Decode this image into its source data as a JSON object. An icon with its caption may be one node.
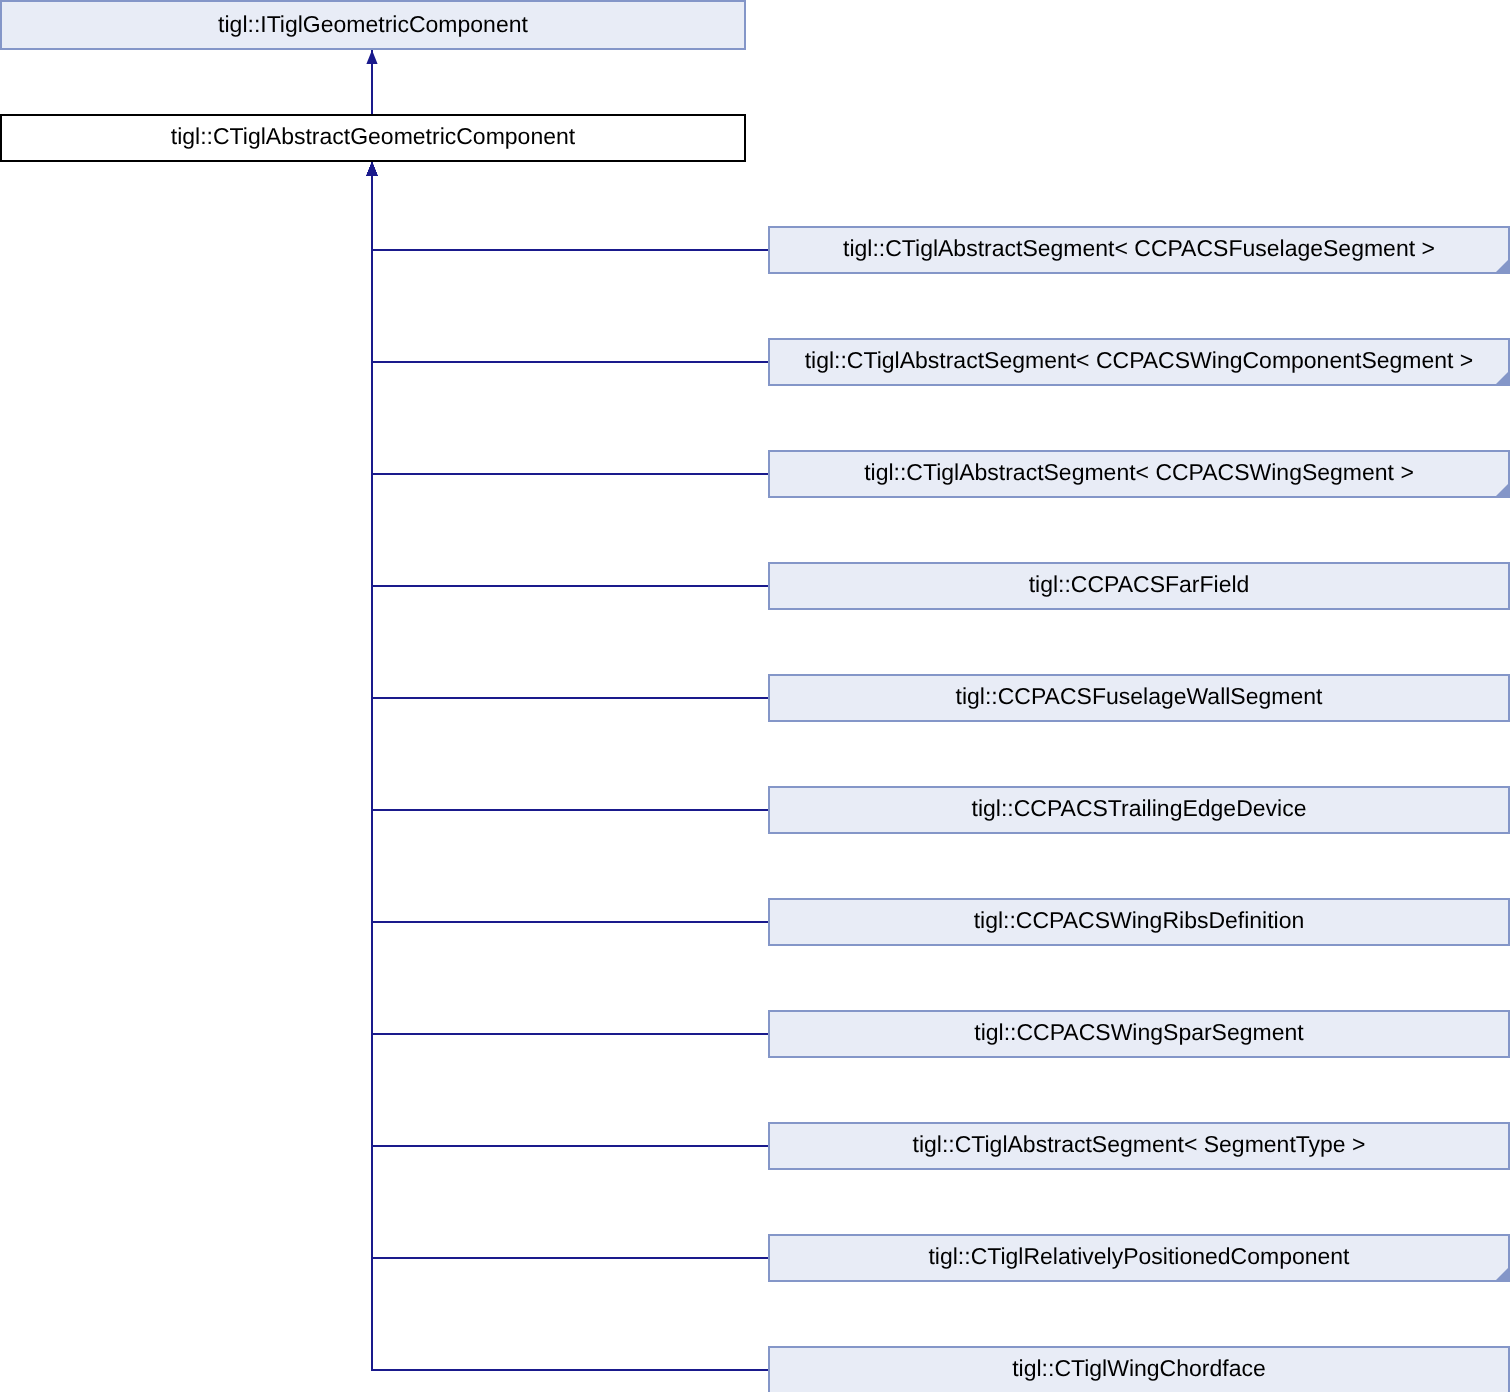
{
  "diagram": {
    "nodes": [
      {
        "text": [
          "tigl::ITiglGeometricComponent"
        ]
      },
      {
        "text": [
          "tigl::CTiglAbstractGeometricComponent"
        ]
      },
      {
        "text": [
          "tigl::CTiglAbstractSegment< CCPACSFuselageSegment >"
        ]
      },
      {
        "text": [
          "tigl::CTiglAbstractSegment< CCPACSWingComponentSegment >"
        ]
      },
      {
        "text": [
          "tigl::CTiglAbstractSegment< CCPACSWingSegment >"
        ]
      },
      {
        "text": [
          "tigl::CCPACSFarField"
        ]
      },
      {
        "text": [
          "tigl::CCPACSFuselageWallSegment"
        ]
      },
      {
        "text": [
          "tigl::CCPACSTrailingEdgeDevice"
        ]
      },
      {
        "text": [
          "tigl::CCPACSWingRibsDefinition"
        ]
      },
      {
        "text": [
          "tigl::CCPACSWingSparSegment"
        ]
      },
      {
        "text": [
          "tigl::CTiglAbstractSegment< SegmentType >"
        ]
      },
      {
        "text": [
          "tigl::CTiglRelativelyPositionedComponent"
        ]
      },
      {
        "text": [
          "tigl::CTiglWingChordface"
        ]
      }
    ],
    "edges": [
      {
        "from": 1,
        "to": 0,
        "arrow": "to"
      },
      {
        "from": 2,
        "to": 1,
        "arrow": "to"
      },
      {
        "from": 3,
        "to": 1,
        "arrow": "to"
      },
      {
        "from": 4,
        "to": 1,
        "arrow": "to"
      },
      {
        "from": 5,
        "to": 1,
        "arrow": "to"
      },
      {
        "from": 6,
        "to": 1,
        "arrow": "to"
      },
      {
        "from": 7,
        "to": 1,
        "arrow": "to"
      },
      {
        "from": 8,
        "to": 1,
        "arrow": "to"
      },
      {
        "from": 9,
        "to": 1,
        "arrow": "to"
      },
      {
        "from": 10,
        "to": 1,
        "arrow": "to"
      },
      {
        "from": 11,
        "to": 1,
        "arrow": "to"
      },
      {
        "from": 12,
        "to": 1,
        "arrow": "to"
      }
    ]
  }
}
